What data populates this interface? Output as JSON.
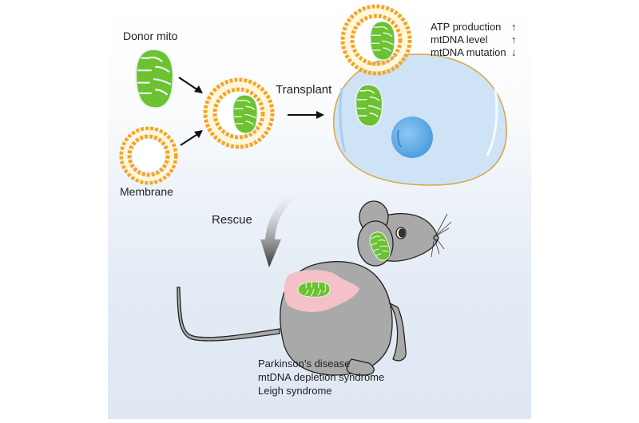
{
  "figure": {
    "labels": {
      "donor_mito": "Donor mito",
      "membrane": "Membrane",
      "transplant": "Transplant",
      "rescue": "Rescue"
    },
    "effects": [
      {
        "label": "ATP production",
        "direction": "up",
        "arrow": "↑"
      },
      {
        "label": "mtDNA level",
        "direction": "up",
        "arrow": "↑"
      },
      {
        "label": "mtDNA mutation",
        "direction": "down",
        "arrow": "↓"
      }
    ],
    "diseases": [
      "Parkinson’s disease",
      "mtDNA depletion syndrome",
      "Leigh syndrome"
    ],
    "colors": {
      "mito_green": "#6cc22f",
      "membrane_orange": "#f5a623",
      "cell_blue": "#cfe3f7",
      "nucleus_blue": "#6fb3ea",
      "mouse_gray": "#a9a9a9",
      "liver_pink": "#f4c1c6"
    }
  }
}
